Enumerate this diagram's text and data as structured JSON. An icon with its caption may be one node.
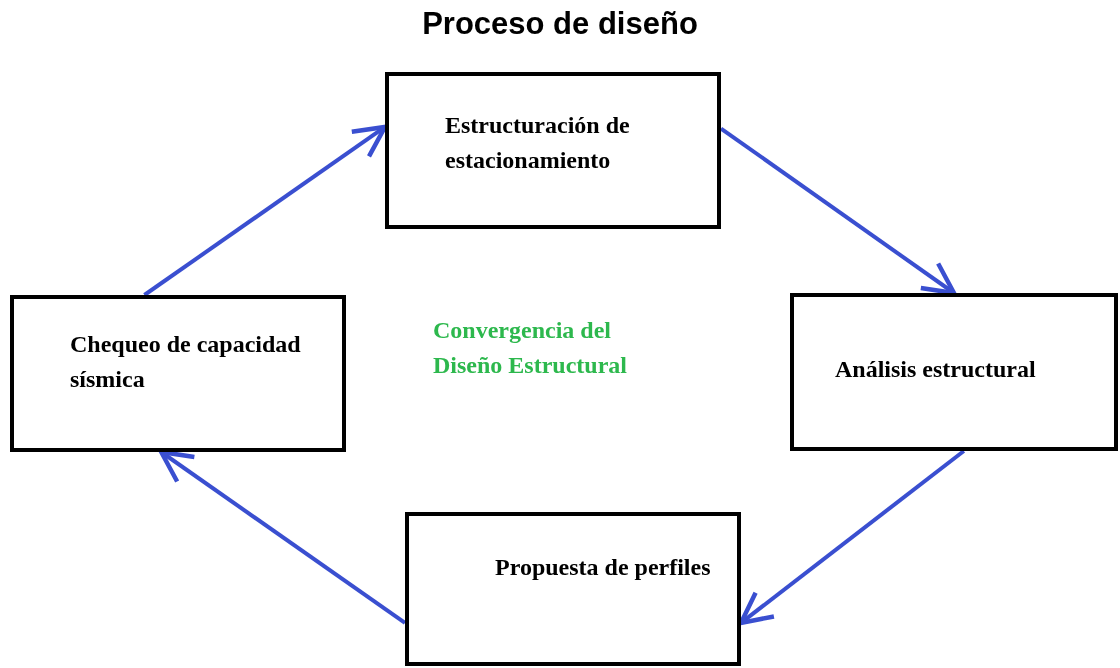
{
  "diagram": {
    "title": "Proceso de diseño",
    "nodes": [
      {
        "text": [
          "Estructuración de estacionamiento"
        ]
      },
      {
        "text": [
          "Análisis estructural"
        ]
      },
      {
        "text": [
          "Propuesta de perfiles"
        ]
      },
      {
        "text": [
          "Chequeo de capacidad sísmica"
        ]
      }
    ],
    "edges": [
      {
        "from": 0,
        "to": 1,
        "arrow": "to"
      },
      {
        "from": 1,
        "to": 2,
        "arrow": "to"
      },
      {
        "from": 2,
        "to": 3,
        "arrow": "to"
      },
      {
        "from": 3,
        "to": 0,
        "arrow": "to"
      }
    ],
    "labels": [
      "Convergencia del Diseño Estructural"
    ]
  }
}
